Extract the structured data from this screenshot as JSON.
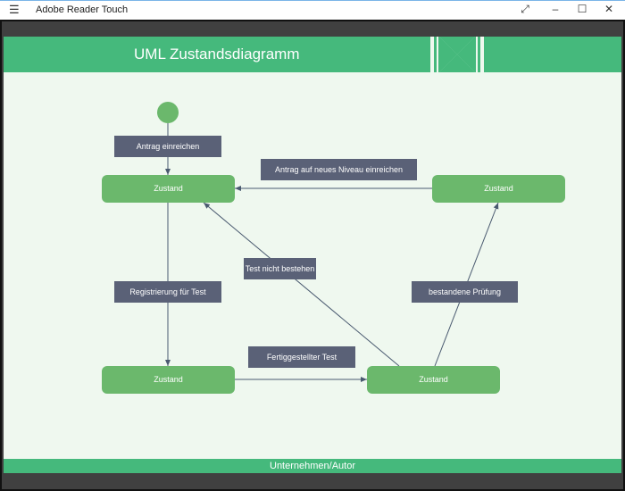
{
  "window": {
    "title": "Adobe Reader Touch",
    "menu_icon": "hamburger-icon",
    "buttons": [
      "expand-icon",
      "minimize-icon",
      "maximize-icon",
      "close-icon"
    ]
  },
  "document": {
    "title": "UML Zustandsdiagramm",
    "footer": "Unternehmen/Autor",
    "colors": {
      "header": "#45b97c",
      "state": "#6bb86c",
      "label": "#5a6177",
      "background": "#eff8ef"
    },
    "states": [
      "Zustand",
      "Zustand",
      "Zustand",
      "Zustand"
    ],
    "transitions": [
      "Antrag einreichen",
      "Antrag auf neues Niveau einreichen",
      "Test nicht bestehen",
      "Registrierung für Test",
      "bestandene Prüfung",
      "Fertiggestellter Test"
    ]
  }
}
